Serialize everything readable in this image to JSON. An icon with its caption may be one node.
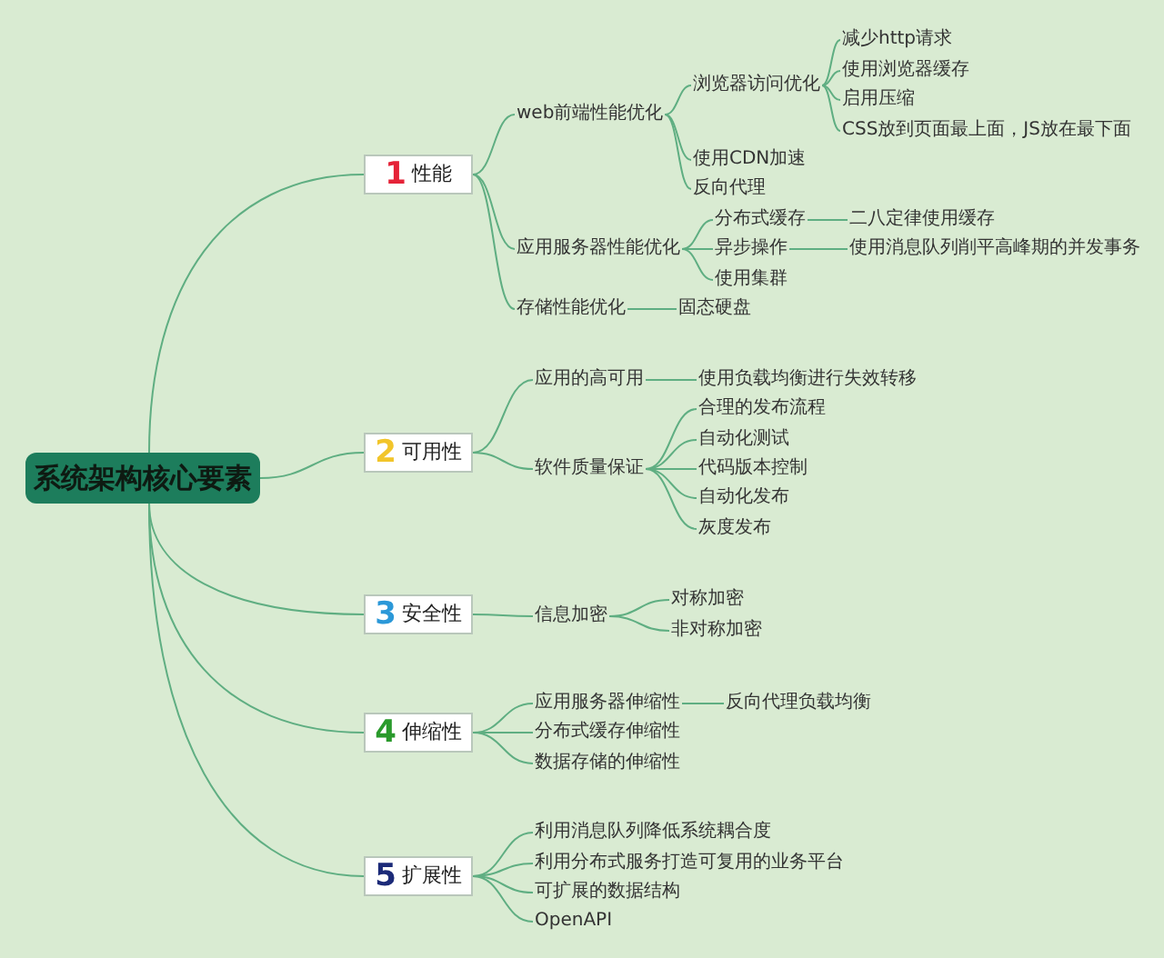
{
  "diagram": {
    "nodes": [
      {
        "text": [
          "系统架构核心要素"
        ]
      },
      {
        "text": [
          "1",
          "性能"
        ]
      },
      {
        "text": [
          "web前端性能优化"
        ]
      },
      {
        "text": [
          "浏览器访问优化"
        ]
      },
      {
        "text": [
          "减少http请求"
        ]
      },
      {
        "text": [
          "使用浏览器缓存"
        ]
      },
      {
        "text": [
          "启用压缩"
        ]
      },
      {
        "text": [
          "CSS放到页面最上面，JS放在最下面"
        ]
      },
      {
        "text": [
          "使用CDN加速"
        ]
      },
      {
        "text": [
          "反向代理"
        ]
      },
      {
        "text": [
          "应用服务器性能优化"
        ]
      },
      {
        "text": [
          "分布式缓存"
        ]
      },
      {
        "text": [
          "二八定律使用缓存"
        ]
      },
      {
        "text": [
          "异步操作"
        ]
      },
      {
        "text": [
          "使用消息队列削平高峰期的并发事务"
        ]
      },
      {
        "text": [
          "使用集群"
        ]
      },
      {
        "text": [
          "存储性能优化"
        ]
      },
      {
        "text": [
          "固态硬盘"
        ]
      },
      {
        "text": [
          "2",
          "可用性"
        ]
      },
      {
        "text": [
          "应用的高可用"
        ]
      },
      {
        "text": [
          "使用负载均衡进行失效转移"
        ]
      },
      {
        "text": [
          "软件质量保证"
        ]
      },
      {
        "text": [
          "合理的发布流程"
        ]
      },
      {
        "text": [
          "自动化测试"
        ]
      },
      {
        "text": [
          "代码版本控制"
        ]
      },
      {
        "text": [
          "自动化发布"
        ]
      },
      {
        "text": [
          "灰度发布"
        ]
      },
      {
        "text": [
          "3",
          "安全性"
        ]
      },
      {
        "text": [
          "信息加密"
        ]
      },
      {
        "text": [
          "对称加密"
        ]
      },
      {
        "text": [
          "非对称加密"
        ]
      },
      {
        "text": [
          "4",
          "伸缩性"
        ]
      },
      {
        "text": [
          "应用服务器伸缩性"
        ]
      },
      {
        "text": [
          "反向代理负载均衡"
        ]
      },
      {
        "text": [
          "分布式缓存伸缩性"
        ]
      },
      {
        "text": [
          "数据存储的伸缩性"
        ]
      },
      {
        "text": [
          "5",
          "扩展性"
        ]
      },
      {
        "text": [
          "利用消息队列降低系统耦合度"
        ]
      },
      {
        "text": [
          "利用分布式服务打造可复用的业务平台"
        ]
      },
      {
        "text": [
          "可扩展的数据结构"
        ]
      },
      {
        "text": [
          "OpenAPI"
        ]
      }
    ],
    "edges": [
      {
        "from": 0,
        "to": 1,
        "arrow": "none"
      },
      {
        "from": 1,
        "to": 2,
        "arrow": "none"
      },
      {
        "from": 2,
        "to": 3,
        "arrow": "none"
      },
      {
        "from": 3,
        "to": 4,
        "arrow": "none"
      },
      {
        "from": 3,
        "to": 5,
        "arrow": "none"
      },
      {
        "from": 3,
        "to": 6,
        "arrow": "none"
      },
      {
        "from": 3,
        "to": 7,
        "arrow": "none"
      },
      {
        "from": 2,
        "to": 8,
        "arrow": "none"
      },
      {
        "from": 2,
        "to": 9,
        "arrow": "none"
      },
      {
        "from": 1,
        "to": 10,
        "arrow": "none"
      },
      {
        "from": 10,
        "to": 11,
        "arrow": "none"
      },
      {
        "from": 11,
        "to": 12,
        "arrow": "none"
      },
      {
        "from": 10,
        "to": 13,
        "arrow": "none"
      },
      {
        "from": 13,
        "to": 14,
        "arrow": "none"
      },
      {
        "from": 10,
        "to": 15,
        "arrow": "none"
      },
      {
        "from": 1,
        "to": 16,
        "arrow": "none"
      },
      {
        "from": 16,
        "to": 17,
        "arrow": "none"
      },
      {
        "from": 0,
        "to": 18,
        "arrow": "none"
      },
      {
        "from": 18,
        "to": 19,
        "arrow": "none"
      },
      {
        "from": 19,
        "to": 20,
        "arrow": "none"
      },
      {
        "from": 18,
        "to": 21,
        "arrow": "none"
      },
      {
        "from": 21,
        "to": 22,
        "arrow": "none"
      },
      {
        "from": 21,
        "to": 23,
        "arrow": "none"
      },
      {
        "from": 21,
        "to": 24,
        "arrow": "none"
      },
      {
        "from": 21,
        "to": 25,
        "arrow": "none"
      },
      {
        "from": 21,
        "to": 26,
        "arrow": "none"
      },
      {
        "from": 0,
        "to": 27,
        "arrow": "none"
      },
      {
        "from": 27,
        "to": 28,
        "arrow": "none"
      },
      {
        "from": 28,
        "to": 29,
        "arrow": "none"
      },
      {
        "from": 28,
        "to": 30,
        "arrow": "none"
      },
      {
        "from": 0,
        "to": 31,
        "arrow": "none"
      },
      {
        "from": 31,
        "to": 32,
        "arrow": "none"
      },
      {
        "from": 32,
        "to": 33,
        "arrow": "none"
      },
      {
        "from": 31,
        "to": 34,
        "arrow": "none"
      },
      {
        "from": 31,
        "to": 35,
        "arrow": "none"
      },
      {
        "from": 0,
        "to": 36,
        "arrow": "none"
      },
      {
        "from": 36,
        "to": 37,
        "arrow": "none"
      },
      {
        "from": 36,
        "to": 38,
        "arrow": "none"
      },
      {
        "from": 36,
        "to": 39,
        "arrow": "none"
      },
      {
        "from": 36,
        "to": 40,
        "arrow": "none"
      }
    ]
  }
}
